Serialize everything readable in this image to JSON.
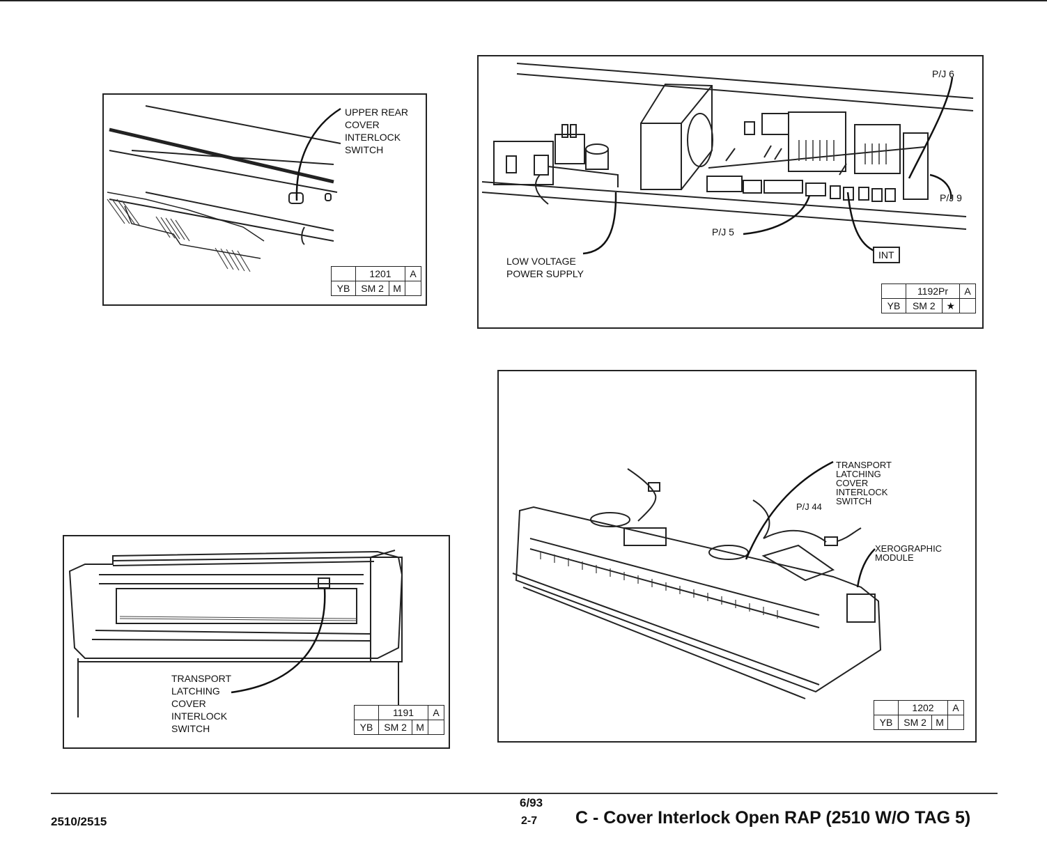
{
  "figures": {
    "fig1": {
      "callout": "UPPER REAR\nCOVER\nINTERLOCK\nSWITCH",
      "ref": {
        "number": "1201",
        "rev": "A",
        "code": "YB",
        "manual": "SM 2",
        "mark": "M"
      }
    },
    "fig2": {
      "labels": {
        "pj6": "P/J 6",
        "pj9": "P/J 9",
        "pj5": "P/J 5",
        "int": "INT",
        "lvps": "LOW VOLTAGE\nPOWER SUPPLY"
      },
      "ref": {
        "number": "1192Pr",
        "rev": "A",
        "code": "YB",
        "manual": "SM 2",
        "mark": "★"
      }
    },
    "fig3": {
      "callout": "TRANSPORT\nLATCHING\nCOVER\nINTERLOCK\nSWITCH",
      "ref": {
        "number": "1191",
        "rev": "A",
        "code": "YB",
        "manual": "SM 2",
        "mark": "M"
      }
    },
    "fig4": {
      "callout": "TRANSPORT\nLATCHING\nCOVER\nINTERLOCK\nSWITCH",
      "pj44": "P/J 44",
      "module": "XEROGRAPHIC\nMODULE",
      "ref": {
        "number": "1202",
        "rev": "A",
        "code": "YB",
        "manual": "SM 2",
        "mark": "M"
      }
    }
  },
  "footer": {
    "model": "2510/2515",
    "date": "6/93",
    "page": "2-7",
    "title": "C - Cover Interlock Open RAP (2510 W/O TAG 5)"
  }
}
